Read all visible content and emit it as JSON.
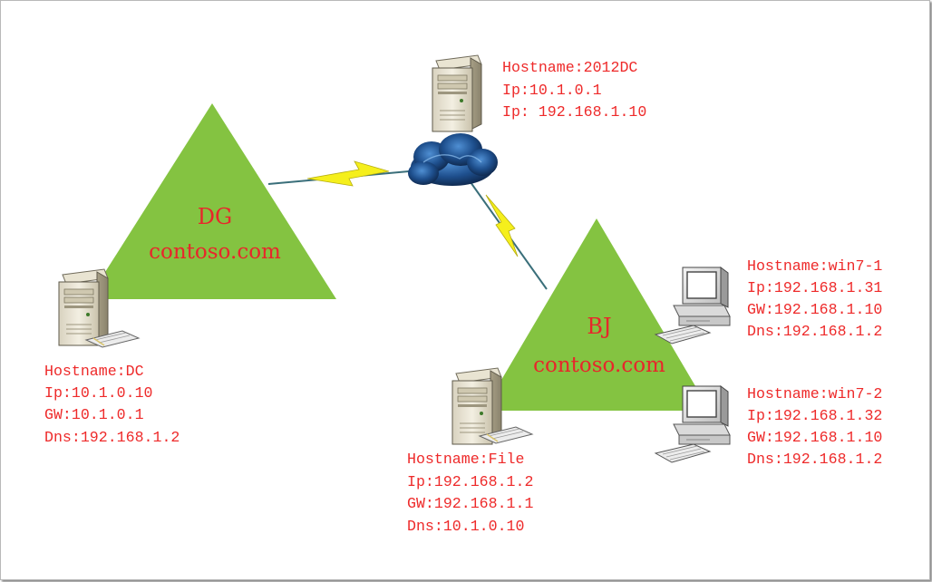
{
  "sites": {
    "dg": {
      "name": "DG",
      "domain": "contoso.com",
      "color": "#84c341"
    },
    "bj": {
      "name": "BJ",
      "domain": "contoso.com",
      "color": "#84c341"
    }
  },
  "nodes": {
    "router": {
      "icon": "server-tower-icon",
      "lines": [
        "Hostname:2012DC",
        "Ip:10.1.0.1",
        "Ip: 192.168.1.10"
      ]
    },
    "dc": {
      "icon": "server-tower-icon",
      "lines": [
        "Hostname:DC",
        "Ip:10.1.0.10",
        "GW:10.1.0.1",
        "Dns:192.168.1.2"
      ]
    },
    "file": {
      "icon": "server-tower-icon",
      "lines": [
        "Hostname:File",
        "Ip:192.168.1.2",
        "GW:192.168.1.1",
        "Dns:10.1.0.10"
      ]
    },
    "win7_1": {
      "icon": "desktop-computer-icon",
      "lines": [
        "Hostname:win7-1",
        "Ip:192.168.1.31",
        "GW:192.168.1.10",
        "Dns:192.168.1.2"
      ]
    },
    "win7_2": {
      "icon": "desktop-computer-icon",
      "lines": [
        "Hostname:win7-2",
        "Ip:192.168.1.32",
        "GW:192.168.1.10",
        "Dns:192.168.1.2"
      ]
    }
  },
  "network": {
    "icon": "cloud-network-icon",
    "link_icon": "lightning-link-icon"
  },
  "colors": {
    "label_text": "#e8262b",
    "triangle": "#84c341",
    "lightning": "#f5ef1c",
    "cloud": "#1c3f74"
  }
}
